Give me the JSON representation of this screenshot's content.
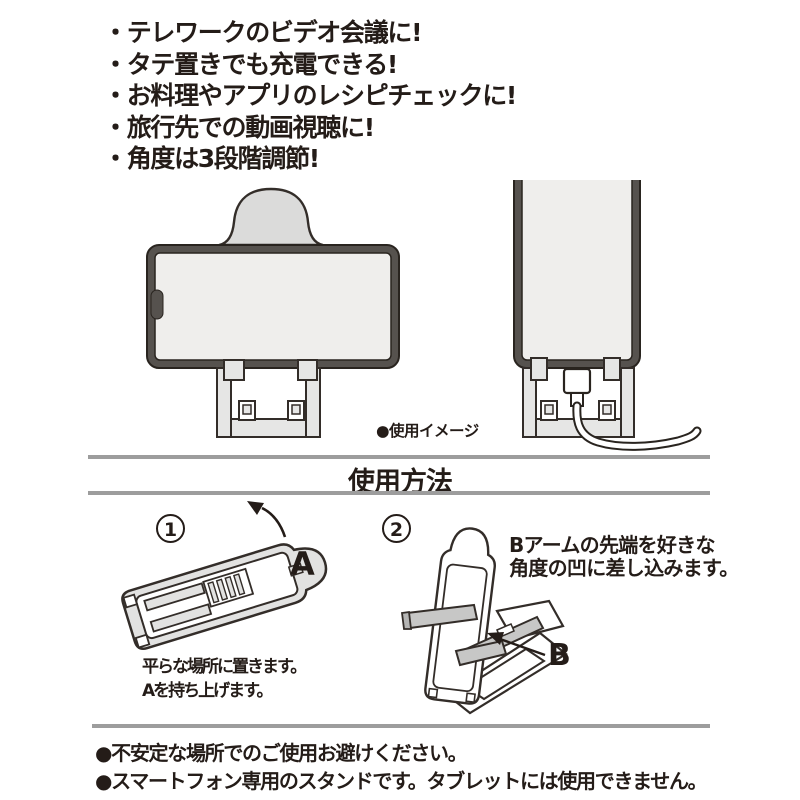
{
  "features": {
    "items": [
      "・テレワークのビデオ会議に!",
      "・タテ置きでも充電できる!",
      "・お料理やアプリのレシピチェックに!",
      "・旅行先での動画視聴に!",
      "・角度は3段階調節!"
    ]
  },
  "usage_example": {
    "caption": "●使用イメージ"
  },
  "section_header": {
    "title": "使用方法"
  },
  "steps": {
    "step1": {
      "number": "1",
      "part_label": "A",
      "caption_line1": "平らな場所に置きます。",
      "caption_line2": "Aを持ち上げます。"
    },
    "step2": {
      "number": "2",
      "part_label": "B",
      "caption_line1": "Bアームの先端を好きな",
      "caption_line2": "角度の凹に差し込みます。"
    }
  },
  "notes": {
    "items": [
      "●不安定な場所でのご使用お避けください。",
      "●スマートフォン専用のスタンドです。タブレットには使用できません。"
    ]
  },
  "colors": {
    "ink": "#241c18",
    "outline": "#332d29",
    "divider_gray": "#9d9d9d",
    "phone_frame": "#56524e",
    "screen_fill": "#efeeec",
    "stand_fill": "#e6e6e5",
    "head_fill": "#dbdbda",
    "arm_gray": "#c7c7c6",
    "background": "#ffffff"
  }
}
